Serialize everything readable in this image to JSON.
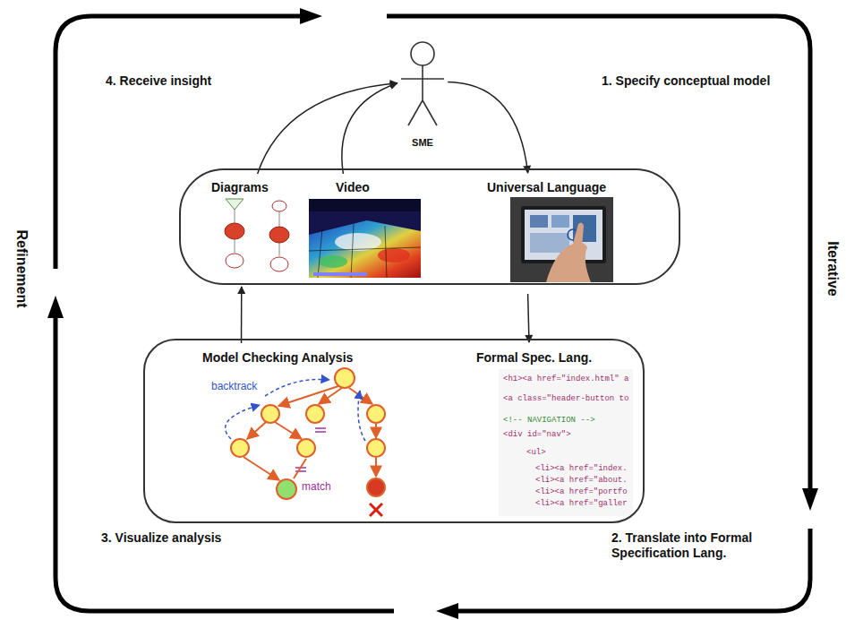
{
  "diagram": {
    "nodes": [
      {
        "text": [
          "SME"
        ]
      },
      {
        "text": []
      },
      {
        "text": [
          "Diagrams"
        ],
        "in": 1
      },
      {
        "text": [
          "Video"
        ],
        "in": 1
      },
      {
        "text": [
          "Universal Language"
        ],
        "in": 1
      },
      {
        "text": []
      },
      {
        "text": [
          "Model Checking Analysis"
        ],
        "in": 5
      },
      {
        "text": [
          "Formal Spec. Lang."
        ],
        "in": 5
      }
    ],
    "edges": [
      {
        "from": 0,
        "to": 4,
        "arrow": "to"
      },
      {
        "from": 2,
        "to": 0,
        "arrow": "to"
      },
      {
        "from": 3,
        "to": 0,
        "arrow": "to"
      },
      {
        "from": 4,
        "to": 7,
        "arrow": "to"
      },
      {
        "from": 6,
        "to": 2,
        "arrow": "to"
      }
    ],
    "labels": [
      "4. Receive insight",
      "1. Specify conceptual model",
      "Refinement",
      "Iterative",
      "backtrack",
      "match",
      "<h1><a href=\"index.html\" a",
      "<a class=\"header-button to",
      "<!-- NAVIGATION -->",
      "<div id=\"nav\">",
      "<ul>",
      "<li><a href=\"index.",
      "<li><a href=\"about.",
      "<li><a href=\"portfo",
      "<li><a href=\"galler",
      "3. Visualize analysis",
      "2. Translate into Formal Specification Lang."
    ]
  }
}
